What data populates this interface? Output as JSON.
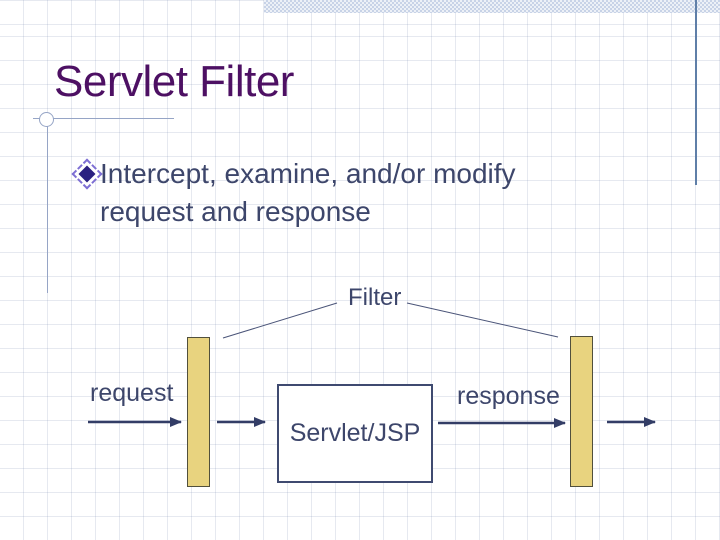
{
  "slide": {
    "title": "Servlet Filter",
    "bullet": {
      "line1": "Intercept, examine, and/or modify",
      "line2": "request and response"
    }
  },
  "diagram": {
    "filter_label": "Filter",
    "request_label": "request",
    "response_label": "response",
    "servlet_box_label": "Servlet/JSP"
  },
  "colors": {
    "title": "#4d1063",
    "body_text": "#3d466b",
    "accent_line": "#96a5c6",
    "arrow": "#333d66",
    "pointer_line": "#4a5478",
    "bar_fill": "#e8d37f",
    "bar_border": "#51503c",
    "band": "#c8d3e7",
    "right_rule": "#5f7fa8",
    "bullet_fill": "#2b2181",
    "bullet_edge": "#7e6fd4",
    "box_border": "#3f4a70"
  }
}
